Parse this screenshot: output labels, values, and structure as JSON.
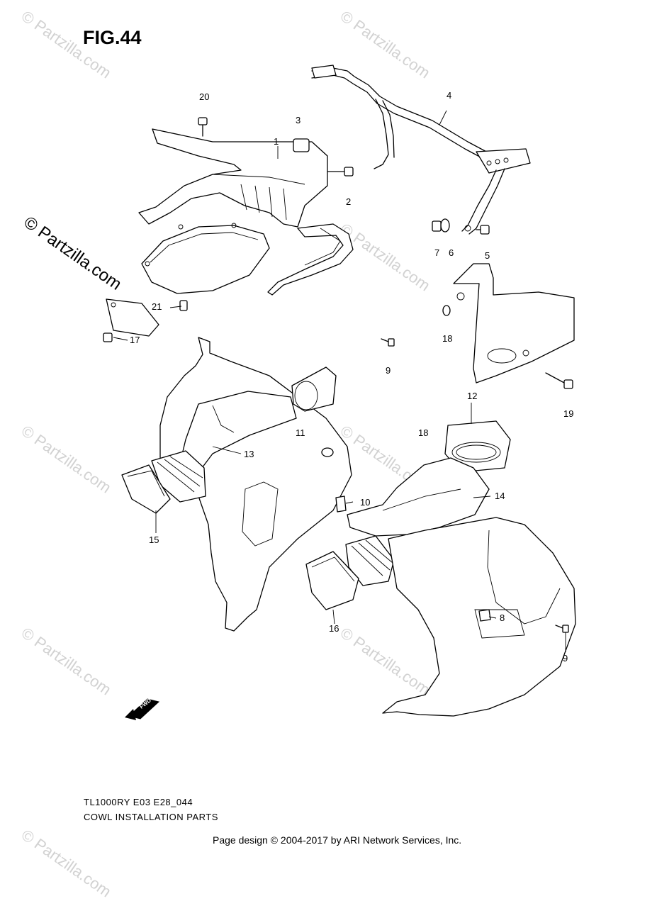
{
  "figure": {
    "title": "FIG.44"
  },
  "callouts": [
    {
      "id": "c20",
      "label": "20"
    },
    {
      "id": "c3",
      "label": "3"
    },
    {
      "id": "c1",
      "label": "1"
    },
    {
      "id": "c2",
      "label": "2"
    },
    {
      "id": "c4",
      "label": "4"
    },
    {
      "id": "c7",
      "label": "7"
    },
    {
      "id": "c6",
      "label": "6"
    },
    {
      "id": "c5",
      "label": "5"
    },
    {
      "id": "c21",
      "label": "21"
    },
    {
      "id": "c17",
      "label": "17"
    },
    {
      "id": "c18a",
      "label": "18"
    },
    {
      "id": "c9a",
      "label": "9"
    },
    {
      "id": "c19",
      "label": "19"
    },
    {
      "id": "c12",
      "label": "12"
    },
    {
      "id": "c11",
      "label": "11"
    },
    {
      "id": "c13",
      "label": "13"
    },
    {
      "id": "c18b",
      "label": "18"
    },
    {
      "id": "c10",
      "label": "10"
    },
    {
      "id": "c14",
      "label": "14"
    },
    {
      "id": "c15",
      "label": "15"
    },
    {
      "id": "c16",
      "label": "16"
    },
    {
      "id": "c8",
      "label": "8"
    },
    {
      "id": "c9b",
      "label": "9"
    }
  ],
  "fwd_badge": "FWD",
  "watermark": {
    "text": "© Partzilla.com"
  },
  "captions": {
    "model": "TL1000RY E03 E28_044",
    "section": "COWL INSTALLATION PARTS"
  },
  "footer": "Page design © 2004-2017 by ARI Network Services, Inc."
}
